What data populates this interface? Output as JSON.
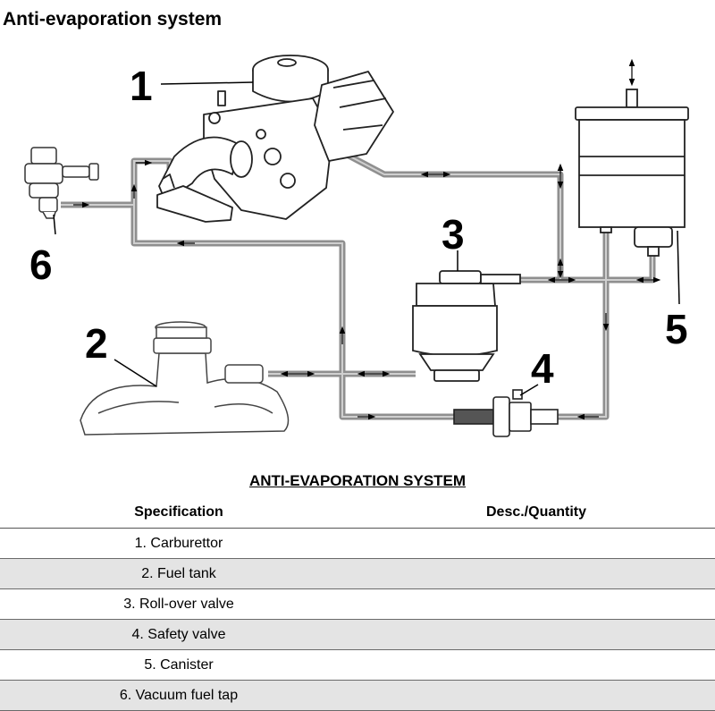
{
  "title": "Anti-evaporation system",
  "callouts": [
    "1",
    "2",
    "3",
    "4",
    "5",
    "6"
  ],
  "table": {
    "caption": "ANTI-EVAPORATION SYSTEM",
    "headers": [
      "Specification",
      "Desc./Quantity"
    ],
    "rows": [
      {
        "spec": "1. Carburettor",
        "desc": ""
      },
      {
        "spec": "2. Fuel tank",
        "desc": ""
      },
      {
        "spec": "3. Roll-over valve",
        "desc": ""
      },
      {
        "spec": "4. Safety valve",
        "desc": ""
      },
      {
        "spec": "5. Canister",
        "desc": ""
      },
      {
        "spec": "6. Vacuum fuel tap",
        "desc": ""
      }
    ]
  }
}
